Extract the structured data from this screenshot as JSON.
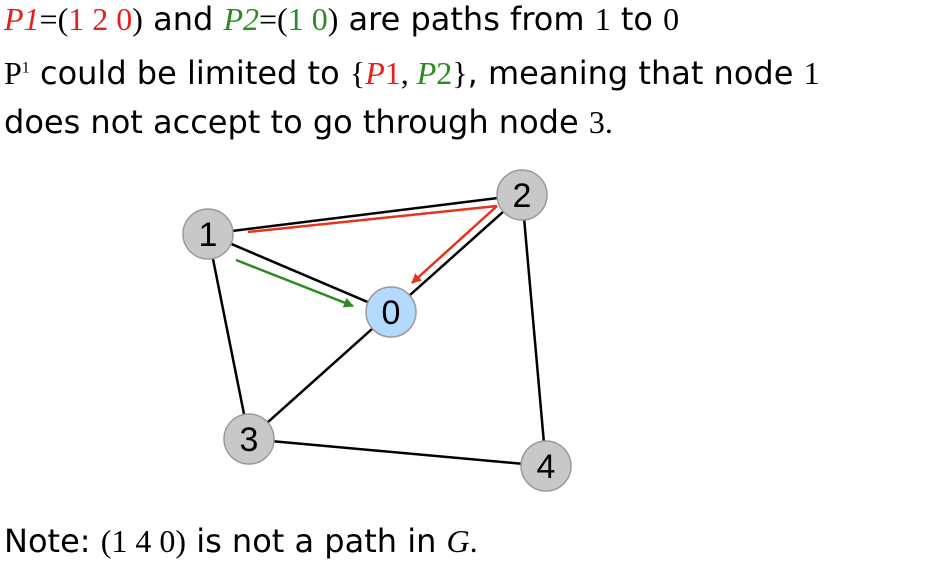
{
  "line1": {
    "p1_label": "P1",
    "p1_eq": "=",
    "p1_path": "(1 2 0)",
    "and": " and ",
    "p2_label": "P2",
    "p2_eq": "=",
    "p2_path": "(1 0)",
    "rest": " are paths from ",
    "from": "1",
    "to_word": " to ",
    "to": "0"
  },
  "line2": {
    "p_base": "P",
    "p_sup": "1",
    "text1": " could be limited to ",
    "open_brace": "{",
    "p1": "P",
    "p1_num": "1",
    "comma": ", ",
    "p2": "P",
    "p2_num": "2",
    "close_brace": "}",
    "text2": ", meaning that node ",
    "node": "1"
  },
  "line3": {
    "text": "does not accept to go through node ",
    "node": "3",
    "period": "."
  },
  "note": {
    "label": "Note: ",
    "path": "(1 4 0)",
    "text": " is not a path in ",
    "graph": "G",
    "period": "."
  },
  "graph": {
    "nodes": [
      {
        "id": "0",
        "label": "0",
        "color": "#b3d9ff"
      },
      {
        "id": "1",
        "label": "1",
        "color": "#c8c8c8"
      },
      {
        "id": "2",
        "label": "2",
        "color": "#c8c8c8"
      },
      {
        "id": "3",
        "label": "3",
        "color": "#c8c8c8"
      },
      {
        "id": "4",
        "label": "4",
        "color": "#c8c8c8"
      }
    ],
    "edges": [
      [
        "1",
        "2"
      ],
      [
        "1",
        "0"
      ],
      [
        "2",
        "0"
      ],
      [
        "1",
        "3"
      ],
      [
        "3",
        "0"
      ],
      [
        "3",
        "4"
      ],
      [
        "2",
        "4"
      ]
    ],
    "path_p1": {
      "nodes": [
        "1",
        "2",
        "0"
      ],
      "color": "#e8321a"
    },
    "path_p2": {
      "nodes": [
        "1",
        "0"
      ],
      "color": "#2a8c1f"
    }
  }
}
